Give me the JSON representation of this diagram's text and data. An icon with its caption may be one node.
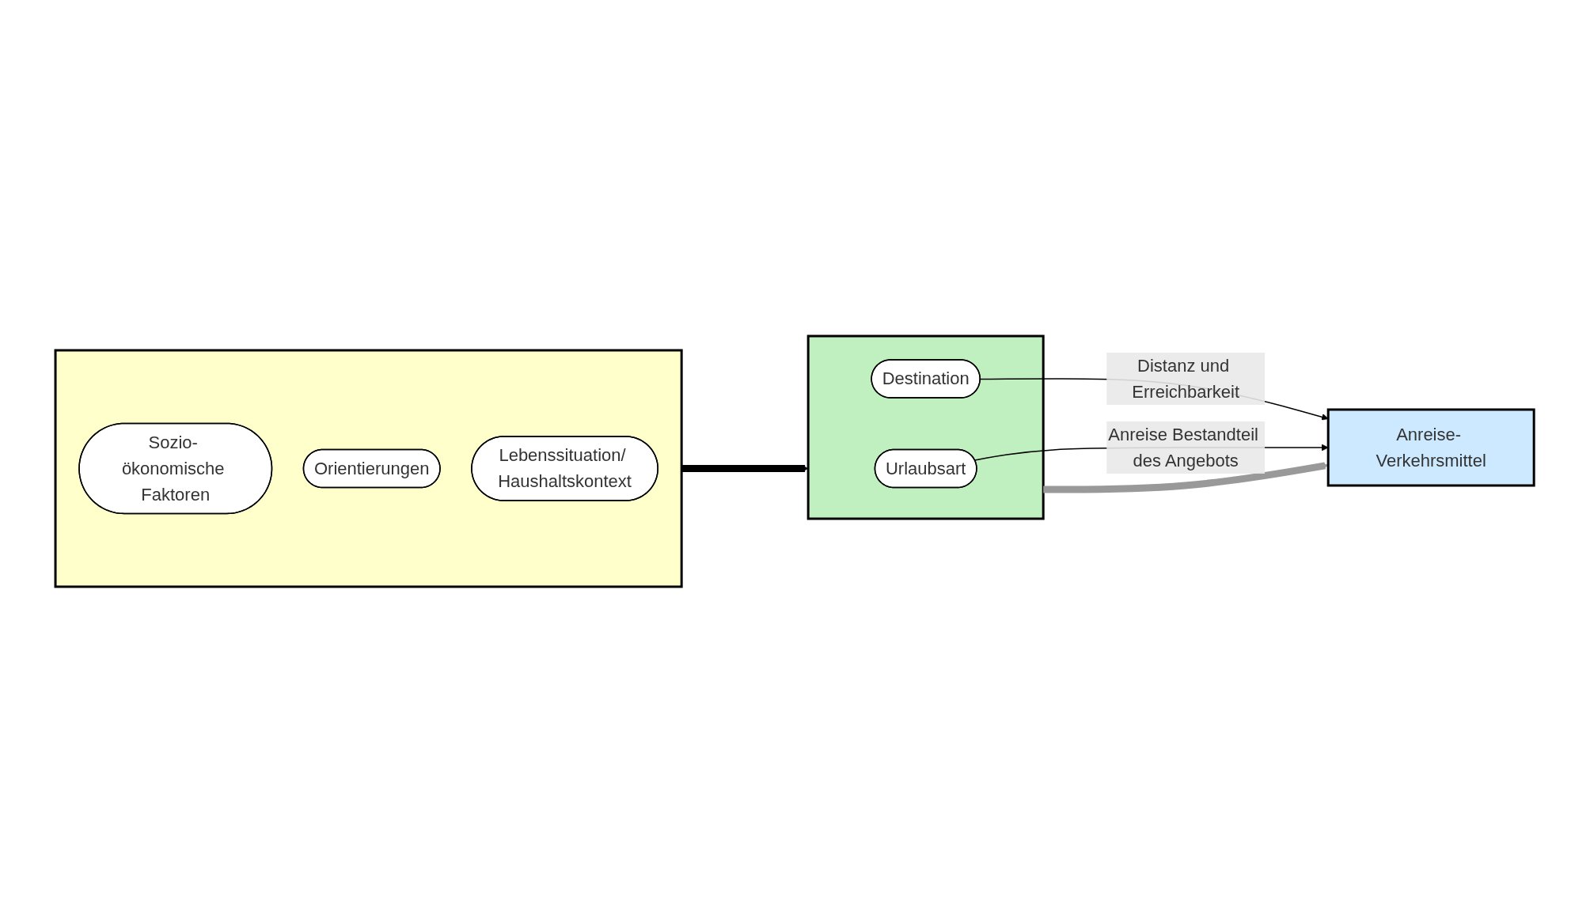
{
  "diagram": {
    "nodes": [
      {
        "text": [],
        "shape": "box"
      },
      {
        "text": [
          "Sozio- ökonomische Faktoren"
        ],
        "in": 0
      },
      {
        "text": [
          "Orientierungen"
        ],
        "in": 0
      },
      {
        "text": [
          "Lebenssituation/ Haushaltskontext"
        ],
        "in": 0
      },
      {
        "text": [],
        "shape": "box"
      },
      {
        "text": [
          "Destination"
        ],
        "in": 4
      },
      {
        "text": [
          "Urlaubsart"
        ],
        "in": 4
      },
      {
        "text": [
          "Anreise- Verkehrsmittel"
        ]
      }
    ],
    "edges": [
      {
        "from": 0,
        "to": 4,
        "arrow": "to",
        "style": "thick"
      },
      {
        "from": 4,
        "to": 7,
        "arrow": "to",
        "style": "thick",
        "color": "#999999"
      },
      {
        "from": 5,
        "to": 7,
        "arrow": "to",
        "label": "Distanz und Erreichbarkeit"
      },
      {
        "from": 6,
        "to": 7,
        "arrow": "to",
        "label": "Anreise Bestandteil des Angebots"
      }
    ]
  }
}
